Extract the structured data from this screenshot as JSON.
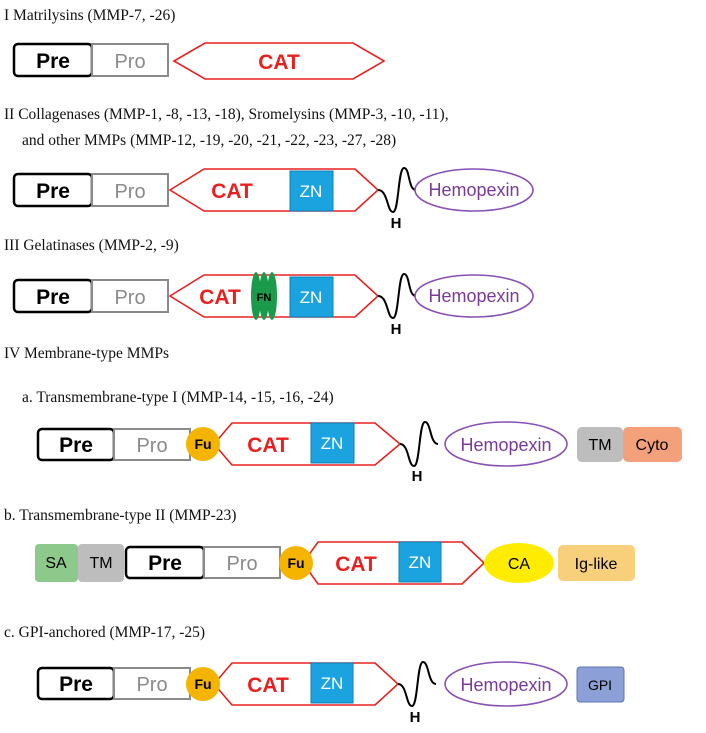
{
  "headings": {
    "matrilysins": "I Matrilysins (MMP-7, -26)",
    "collagenases_line1": "II Collagenases (MMP-1, -8, -13, -18), Sromelysins (MMP-3, -10, -11),",
    "collagenases_line2": "and other MMPs (MMP-12, -19, -20, -21, -22, -23, -27, -28)",
    "gelatinases": "III Gelatinases (MMP-2, -9)",
    "membrane_type": "IV Membrane-type MMPs",
    "transmembrane_1": "a. Transmembrane-type I (MMP-14, -15, -16, -24)",
    "transmembrane_2": "b. Transmembrane-type II (MMP-23)",
    "gpi_anchored": "c. GPI-anchored (MMP-17, -25)"
  },
  "domains": {
    "pre": "Pre",
    "pro": "Pro",
    "cat": "CAT",
    "zn": "ZN",
    "fn": "FN",
    "hinge": "H",
    "hemopexin": "Hemopexin",
    "fu": "Fu",
    "tm": "TM",
    "cyto": "Cyto",
    "sa": "SA",
    "ca": "CA",
    "ig_like": "Ig-like",
    "gpi": "GPI"
  },
  "colors": {
    "cat_outline": "#e8201e",
    "zn_fill": "#1aa3df",
    "fn_fill": "#1a9a4a",
    "hemopexin_outline": "#8a4fb5",
    "fu_fill": "#f5b400",
    "tm_fill": "#bdbdbd",
    "cyto_fill": "#f4a07a",
    "sa_fill": "#8cc98a",
    "ca_fill": "#ffec00",
    "ig_like_fill": "#f8cf7a",
    "gpi_fill": "#8c9fd6"
  }
}
